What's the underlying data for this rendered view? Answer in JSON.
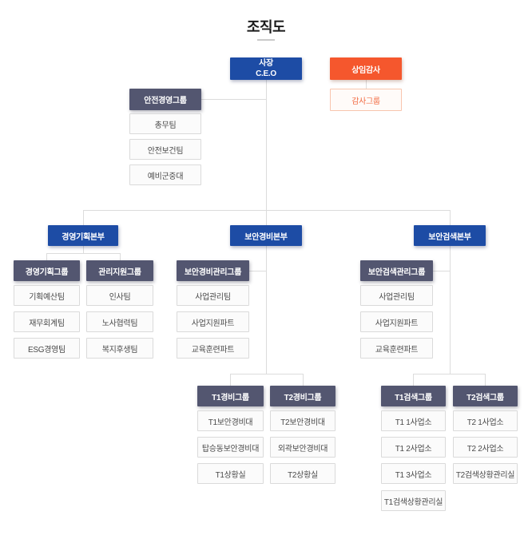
{
  "title": "조직도",
  "colors": {
    "primary_blue": "#1d4ca5",
    "accent_orange": "#f5572d",
    "group_slate": "#535670",
    "team_border": "#dadada",
    "connector": "#dcdcdc"
  },
  "chart": {
    "ceo": {
      "line1": "사장",
      "line2": "C.E.O"
    },
    "auditor": {
      "label": "상임감사"
    },
    "audit_group": {
      "label": "감사그룹"
    },
    "safety": {
      "label": "안전경영그룹",
      "teams": [
        "총무팀",
        "안전보건팀",
        "예비군중대"
      ]
    },
    "divisions": [
      {
        "label": "경영기획본부",
        "groups": [
          {
            "label": "경영기획그룹",
            "teams": [
              "기획예산팀",
              "재무회계팀",
              "ESG경영팀"
            ]
          },
          {
            "label": "관리지원그룹",
            "teams": [
              "인사팀",
              "노사협력팀",
              "복지후생팀"
            ]
          }
        ]
      },
      {
        "label": "보안경비본부",
        "groups": [
          {
            "label": "보안경비관리그룹",
            "teams": [
              "사업관리팀",
              "사업지원파트",
              "교육훈련파트"
            ]
          },
          {
            "label": "T1경비그룹",
            "teams": [
              "T1보안경비대",
              "탑승동보안경비대",
              "T1상황실"
            ]
          },
          {
            "label": "T2경비그룹",
            "teams": [
              "T2보안경비대",
              "외곽보안경비대",
              "T2상황실"
            ]
          }
        ]
      },
      {
        "label": "보안검색본부",
        "groups": [
          {
            "label": "보안검색관리그룹",
            "teams": [
              "사업관리팀",
              "사업지원파트",
              "교육훈련파트"
            ]
          },
          {
            "label": "T1검색그룹",
            "teams": [
              "T1 1사업소",
              "T1 2사업소",
              "T1 3사업소",
              "T1검색상황관리실"
            ]
          },
          {
            "label": "T2검색그룹",
            "teams": [
              "T2 1사업소",
              "T2 2사업소",
              "T2검색상황관리실"
            ]
          }
        ]
      }
    ]
  }
}
